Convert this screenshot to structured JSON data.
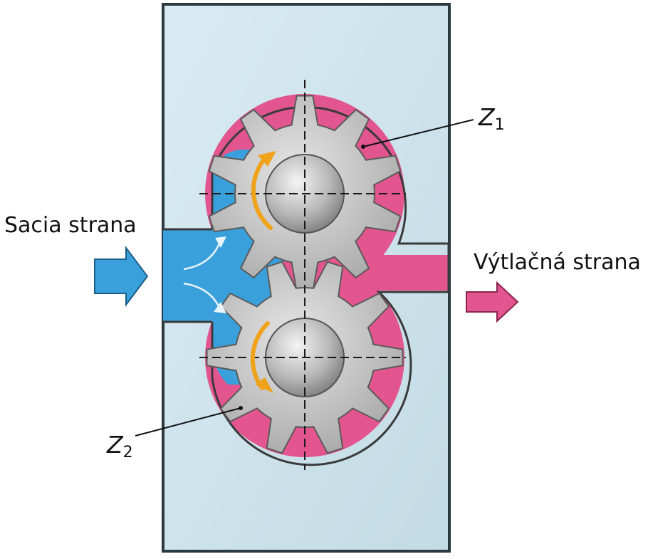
{
  "labels": {
    "suction_side": "Sacia strana",
    "discharge_side": "Výtlačná strana",
    "gear_top": {
      "letter": "Z",
      "index": "1"
    },
    "gear_bottom": {
      "letter": "Z",
      "index": "2"
    }
  },
  "colors": {
    "housing": "#cfe4ec",
    "housing_border": "#2a3a40",
    "suction_fluid": "#3aa0dc",
    "discharge_fluid": "#e2558f",
    "gear_metal": "#c6c6c6",
    "gear_shade": "#8e8e8e",
    "rotation_arrow": "#f0a21a"
  },
  "gears": {
    "teeth": 10
  }
}
